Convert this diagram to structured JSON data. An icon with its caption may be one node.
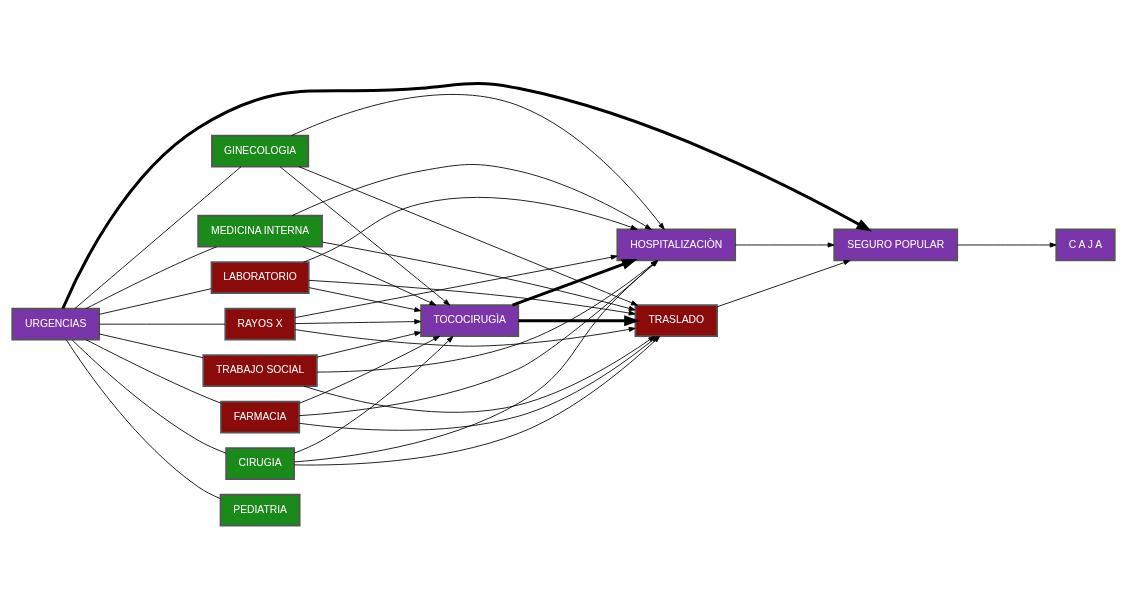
{
  "diagram": {
    "nodes": [
      {
        "text": [
          "URGENCIAS"
        ]
      },
      {
        "text": [
          "CIRUGIA"
        ]
      },
      {
        "text": [
          "GINECOLOGIA"
        ]
      },
      {
        "text": [
          "MEDICINA INTERNA"
        ]
      },
      {
        "text": [
          "PEDIATRIA"
        ]
      },
      {
        "text": [
          "LABORATORIO"
        ]
      },
      {
        "text": [
          "RAYOS X"
        ]
      },
      {
        "text": [
          "TRABAJO SOCIAL"
        ]
      },
      {
        "text": [
          "FARMACIA"
        ]
      },
      {
        "text": [
          "HOSPITALIZACIÒN"
        ]
      },
      {
        "text": [
          "TOCOCIRUGÌA"
        ]
      },
      {
        "text": [
          "TRASLADO"
        ]
      },
      {
        "text": [
          "SEGURO POPULAR"
        ]
      },
      {
        "text": [
          "C A J A"
        ]
      }
    ],
    "edges": [
      {
        "from": 0,
        "to": 1,
        "arrow": "none"
      },
      {
        "from": 0,
        "to": 2,
        "arrow": "none"
      },
      {
        "from": 0,
        "to": 3,
        "arrow": "none"
      },
      {
        "from": 0,
        "to": 4,
        "arrow": "none"
      },
      {
        "from": 0,
        "to": 5,
        "arrow": "none"
      },
      {
        "from": 0,
        "to": 6,
        "arrow": "none"
      },
      {
        "from": 0,
        "to": 7,
        "arrow": "none"
      },
      {
        "from": 0,
        "to": 8,
        "arrow": "none"
      },
      {
        "from": 1,
        "to": 9,
        "arrow": "to"
      },
      {
        "from": 1,
        "to": 10,
        "arrow": "to"
      },
      {
        "from": 1,
        "to": 11,
        "arrow": "to"
      },
      {
        "from": 2,
        "to": 9,
        "arrow": "to"
      },
      {
        "from": 2,
        "to": 10,
        "arrow": "to"
      },
      {
        "from": 2,
        "to": 11,
        "arrow": "to"
      },
      {
        "from": 3,
        "to": 9,
        "arrow": "to"
      },
      {
        "from": 3,
        "to": 10,
        "arrow": "to"
      },
      {
        "from": 3,
        "to": 11,
        "arrow": "to"
      },
      {
        "from": 5,
        "to": 9,
        "arrow": "to"
      },
      {
        "from": 5,
        "to": 10,
        "arrow": "to"
      },
      {
        "from": 5,
        "to": 11,
        "arrow": "to"
      },
      {
        "from": 6,
        "to": 9,
        "arrow": "to"
      },
      {
        "from": 6,
        "to": 10,
        "arrow": "to"
      },
      {
        "from": 6,
        "to": 11,
        "arrow": "to"
      },
      {
        "from": 7,
        "to": 9,
        "arrow": "to"
      },
      {
        "from": 7,
        "to": 10,
        "arrow": "to"
      },
      {
        "from": 7,
        "to": 11,
        "arrow": "to"
      },
      {
        "from": 8,
        "to": 9,
        "arrow": "to"
      },
      {
        "from": 8,
        "to": 10,
        "arrow": "to"
      },
      {
        "from": 8,
        "to": 11,
        "arrow": "to"
      },
      {
        "from": 10,
        "to": 9,
        "arrow": "to",
        "style": "thick"
      },
      {
        "from": 10,
        "to": 11,
        "arrow": "to",
        "style": "thick"
      },
      {
        "from": 9,
        "to": 12,
        "arrow": "to"
      },
      {
        "from": 11,
        "to": 12,
        "arrow": "to"
      },
      {
        "from": 0,
        "to": 12,
        "arrow": "to",
        "style": "thick"
      },
      {
        "from": 12,
        "to": 13,
        "arrow": "to"
      }
    ]
  }
}
